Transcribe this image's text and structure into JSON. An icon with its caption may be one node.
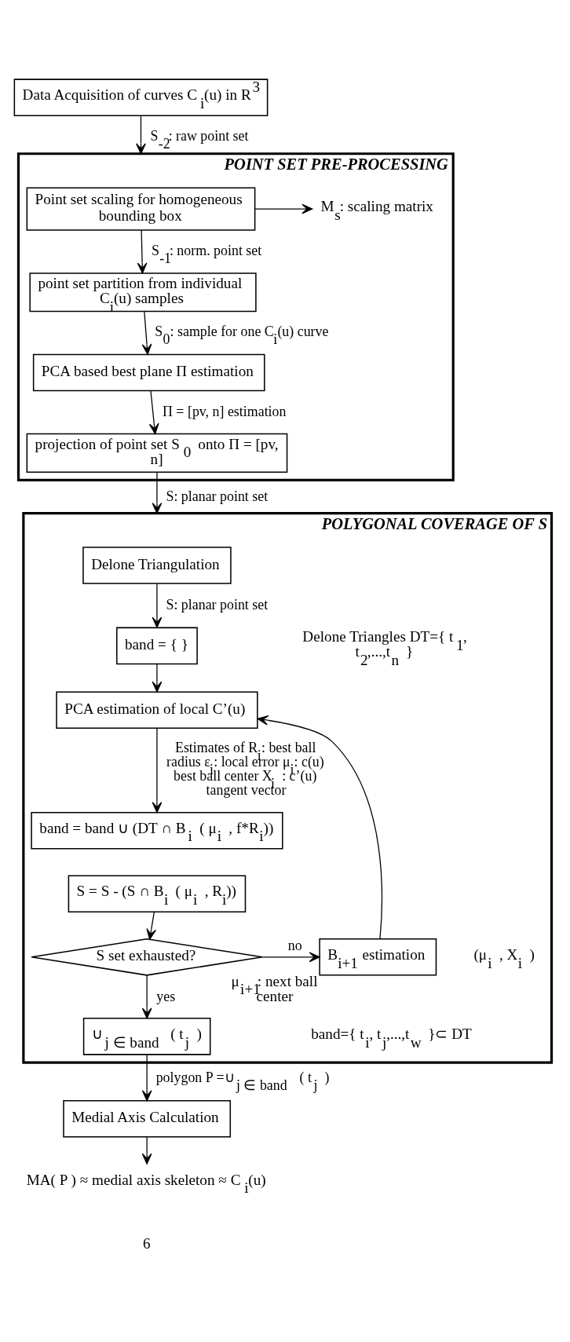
{
  "diagram": {
    "nodes": [
      {
        "text": [
          "Data Acquisition of curves C$_{i}$(u) in R$^{3}$"
        ]
      },
      {
        "text": [
          "POINT SET PRE-PROCESSING"
        ]
      },
      {
        "text": [
          "Point set scaling for homogeneous bounding box"
        ],
        "in": 1
      },
      {
        "text": [
          "M$_{s}$: scaling matrix"
        ],
        "in": 1
      },
      {
        "text": [
          "point set partition from individual C$_{i}$(u) samples"
        ],
        "in": 1
      },
      {
        "text": [
          "PCA based best plane Π estimation"
        ],
        "in": 1
      },
      {
        "text": [
          "projection of point set S$_{0}$ onto Π = [pv, n]"
        ],
        "in": 1
      },
      {
        "text": [
          "POLYGONAL COVERAGE OF S"
        ]
      },
      {
        "text": [
          "Delone Triangulation"
        ],
        "in": 7
      },
      {
        "text": [
          "band = { }"
        ],
        "in": 7
      },
      {
        "text": [
          "PCA estimation of local C’(u)"
        ],
        "in": 7
      },
      {
        "text": [
          "band = band ∪ (DT ∩ B$_{i}$ ( μ$_{i}$ , f*R$_{i}$))"
        ],
        "in": 7
      },
      {
        "text": [
          "S = S - (S ∩ B$_{i}$ ( μ$_{i}$ , R$_{i}$))"
        ],
        "in": 7
      },
      {
        "text": [
          "S set exhausted?"
        ],
        "in": 7
      },
      {
        "text": [
          "B$_{i+1}$ estimation"
        ],
        "in": 7,
        "beside": [
          "μ$_{i+1}$: next ball center"
        ]
      },
      {
        "text": [
          "∪$_{j ∈ band}$ ( t$_{j}$ )"
        ],
        "in": 7
      },
      {
        "text": [
          "Medial Axis Calculation"
        ]
      },
      {
        "text": [
          "MA( P ) ≈ medial axis skeleton ≈ C$_{i}$(u)"
        ]
      }
    ],
    "edges": [
      {
        "from": 0,
        "to": 1,
        "arrow": "to",
        "label": "S$_{-2}$: raw point set"
      },
      {
        "from": 2,
        "to": 3,
        "arrow": "to"
      },
      {
        "from": 2,
        "to": 4,
        "arrow": "to",
        "label": "S$_{-1}$: norm. point set"
      },
      {
        "from": 4,
        "to": 5,
        "arrow": "to",
        "label": "S$_{0}$: sample for one C$_{i}$(u) curve"
      },
      {
        "from": 5,
        "to": 6,
        "arrow": "to",
        "label": "Π = [pv, n] estimation"
      },
      {
        "from": 6,
        "to": 7,
        "arrow": "to",
        "label": "S: planar point set"
      },
      {
        "from": 8,
        "to": 9,
        "arrow": "to",
        "label": "S: planar point set"
      },
      {
        "from": 9,
        "to": 10,
        "arrow": "to"
      },
      {
        "from": 10,
        "to": 11,
        "arrow": "to",
        "label": "Estimates of R$_{i}$: best ball radius ε$_{i}$: local error μ$_{i}$: c(u) best ball center X$_{i}$ : c’(u) tangent vector"
      },
      {
        "from": 12,
        "to": 13,
        "arrow": "to"
      },
      {
        "from": 13,
        "to": 14,
        "arrow": "to",
        "label": "no"
      },
      {
        "from": 14,
        "to": 10,
        "arrow": "to"
      },
      {
        "from": 13,
        "to": 15,
        "arrow": "to",
        "label": "yes"
      },
      {
        "from": 15,
        "to": 16,
        "arrow": "to",
        "label": "polygon P =∪$_{j ∈ band}$ ( t$_{j}$ )"
      },
      {
        "from": 16,
        "to": 17,
        "arrow": "to"
      }
    ],
    "labels": [
      "Delone Triangles DT={ t$_{1}$, t$_{2}$,...,t$_{n}$ }",
      "(μ$_{i}$ , X$_{i}$ )",
      "band={ t$_{i}$, t$_{j}$,...,t$_{w}$ }⊂ DT",
      "6"
    ]
  }
}
